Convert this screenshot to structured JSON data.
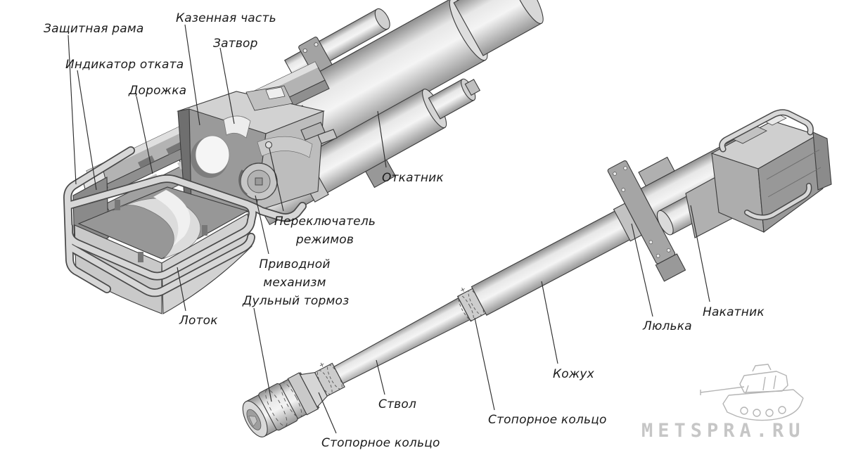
{
  "diagram": {
    "labels": {
      "zashchitnaya_rama": "Защитная рама",
      "kazennaya_chast": "Казенная часть",
      "zatvor": "Затвор",
      "indikator_otkata": "Индикатор отката",
      "dorozhka": "Дорожка",
      "otkatnik": "Откатник",
      "pereklyuchatel_rezhimov": "Переключатель\nрежимов",
      "privodnoy_mekhanizm": "Приводной\nмеханизм",
      "dulnyy_tormoz": "Дульный тормоз",
      "lotok": "Лоток",
      "stvol": "Ствол",
      "stopornoe_koltso_1": "Стопорное кольцо",
      "stopornoe_koltso_2": "Стопорное кольцо",
      "kozhukh": "Кожух",
      "lyulka": "Люлька",
      "nakatnik": "Накатник"
    },
    "watermark": {
      "text": "METSPRA.RU",
      "icon": "tiger-tank-sketch"
    },
    "colors": {
      "background": "#ffffff",
      "outline": "#3b3b3b",
      "leader_line": "#2e2e2e",
      "label_text": "#1b1b1b",
      "metal_light": "#f2f2f2",
      "metal_mid": "#bdbdbd",
      "metal_dark": "#8a8a8a",
      "watermark": "#c6c6c6"
    }
  }
}
